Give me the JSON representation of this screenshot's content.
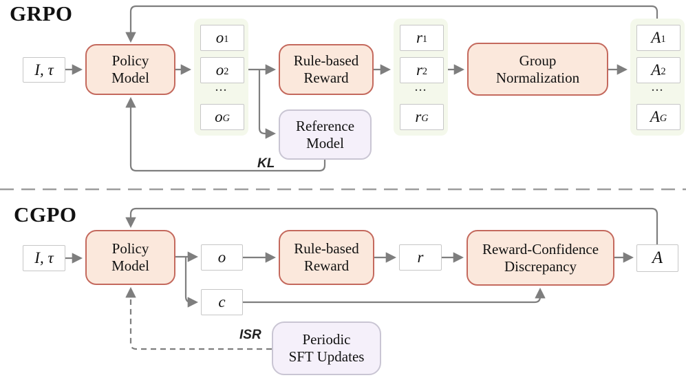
{
  "colors": {
    "accent_pink_fill": "#fbe8dc",
    "accent_pink_border": "#c4695d",
    "lavender_fill": "#f5f0fa",
    "lavender_border": "#c9c5d3",
    "stack_background": "#f4f8eb",
    "connector_gray": "#7e7e7e"
  },
  "grpo": {
    "title": "GRPO",
    "input_label": "I, τ",
    "policy_model": "Policy\nModel",
    "rule_based_reward": "Rule-based\nReward",
    "group_normalization": "Group\nNormalization",
    "reference_model": "Reference\nModel",
    "kl_label": "KL",
    "o_stack": {
      "ellipsis": "...",
      "items": [
        {
          "base": "o",
          "sub": "1"
        },
        {
          "base": "o",
          "sub": "2"
        },
        {
          "base": "o",
          "sub": "G"
        }
      ]
    },
    "r_stack": {
      "ellipsis": "...",
      "items": [
        {
          "base": "r",
          "sub": "1"
        },
        {
          "base": "r",
          "sub": "2"
        },
        {
          "base": "r",
          "sub": "G"
        }
      ]
    },
    "a_stack": {
      "ellipsis": "...",
      "items": [
        {
          "base": "A",
          "sub": "1"
        },
        {
          "base": "A",
          "sub": "2"
        },
        {
          "base": "A",
          "sub": "G"
        }
      ]
    }
  },
  "cgpo": {
    "title": "CGPO",
    "input_label": "I, τ",
    "policy_model": "Policy\nModel",
    "o_label": "o",
    "c_label": "c",
    "rule_based_reward": "Rule-based\nReward",
    "r_label": "r",
    "reward_confidence_discrepancy": "Reward-Confidence\nDiscrepancy",
    "a_label": "A",
    "periodic_sft_updates": "Periodic\nSFT Updates",
    "isr_label": "ISR"
  }
}
